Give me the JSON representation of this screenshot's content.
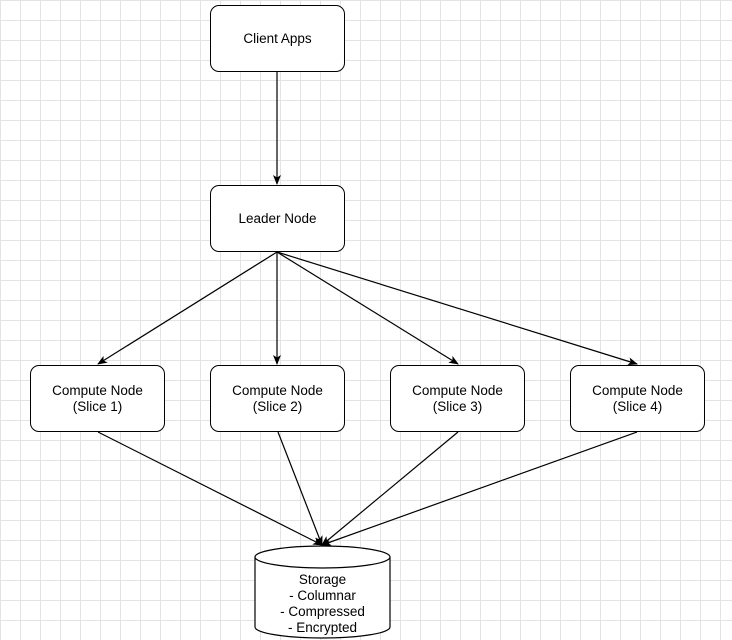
{
  "diagram": {
    "nodes": {
      "client": {
        "lines": [
          "Client Apps"
        ]
      },
      "leader": {
        "lines": [
          "Leader Node"
        ]
      },
      "compute1": {
        "lines": [
          "Compute Node",
          "(Slice 1)"
        ]
      },
      "compute2": {
        "lines": [
          "Compute Node",
          "(Slice 2)"
        ]
      },
      "compute3": {
        "lines": [
          "Compute Node",
          "(Slice 3)"
        ]
      },
      "compute4": {
        "lines": [
          "Compute Node",
          "(Slice 4)"
        ]
      },
      "storage": {
        "lines": [
          "Storage",
          "- Columnar",
          "- Compressed",
          "- Encrypted"
        ]
      }
    },
    "edges": [
      {
        "from": "client",
        "to": "leader"
      },
      {
        "from": "leader",
        "to": "compute1"
      },
      {
        "from": "leader",
        "to": "compute2"
      },
      {
        "from": "leader",
        "to": "compute3"
      },
      {
        "from": "leader",
        "to": "compute4"
      },
      {
        "from": "compute1",
        "to": "storage"
      },
      {
        "from": "compute2",
        "to": "storage"
      },
      {
        "from": "compute3",
        "to": "storage"
      },
      {
        "from": "compute4",
        "to": "storage"
      }
    ],
    "colors": {
      "stroke": "#000000",
      "fill": "#ffffff",
      "grid": "#e3e3e3"
    }
  }
}
